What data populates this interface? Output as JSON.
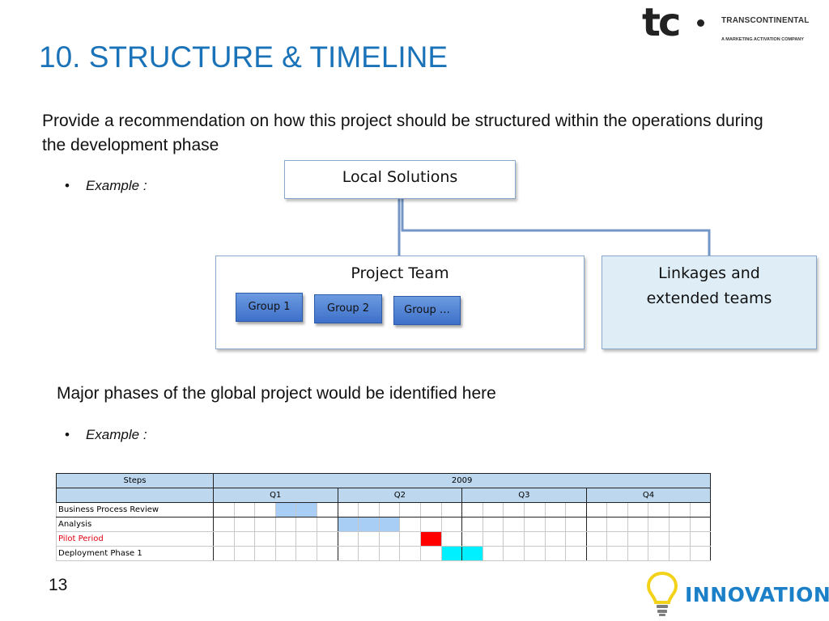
{
  "slide": {
    "title": "10. STRUCTURE & TIMELINE",
    "intro": "Provide a recommendation on how this project should be structured within the operations during the development phase",
    "bullet1": "Example :",
    "phases": "Major phases of the global project would be identified here",
    "bullet2": "Example :",
    "page_number": "13"
  },
  "logo": {
    "mark": "tc",
    "name": "TRANSCONTINENTAL",
    "tagline": "A MARKETING ACTIVATION COMPANY"
  },
  "org_chart": {
    "root": "Local Solutions",
    "project_team": "Project Team",
    "groups": [
      "Group 1",
      "Group 2",
      "Group …"
    ],
    "linkages_line1": "Linkages and",
    "linkages_line2": "extended teams"
  },
  "gantt": {
    "steps_header": "Steps",
    "year": "2009",
    "quarters": [
      "Q1",
      "Q2",
      "Q3",
      "Q4"
    ],
    "rows": [
      {
        "label": "Business Process Review",
        "active_cells": [
          3,
          4
        ],
        "color": "#a9cef5"
      },
      {
        "label": "Analysis",
        "active_cells": [
          6,
          7,
          8
        ],
        "color": "#a9cef5"
      },
      {
        "label": "Pilot Period",
        "active_cells": [
          10
        ],
        "color": "#ff0000"
      },
      {
        "label": "Deployment Phase 1",
        "active_cells": [
          11,
          12
        ],
        "color": "#00f0ff"
      }
    ]
  },
  "footer_logo": {
    "text": "INNOVATION"
  },
  "colors": {
    "title": "#1a73b8",
    "pilot_text": "#e0000f",
    "linkages_fill": "#deedf6"
  }
}
